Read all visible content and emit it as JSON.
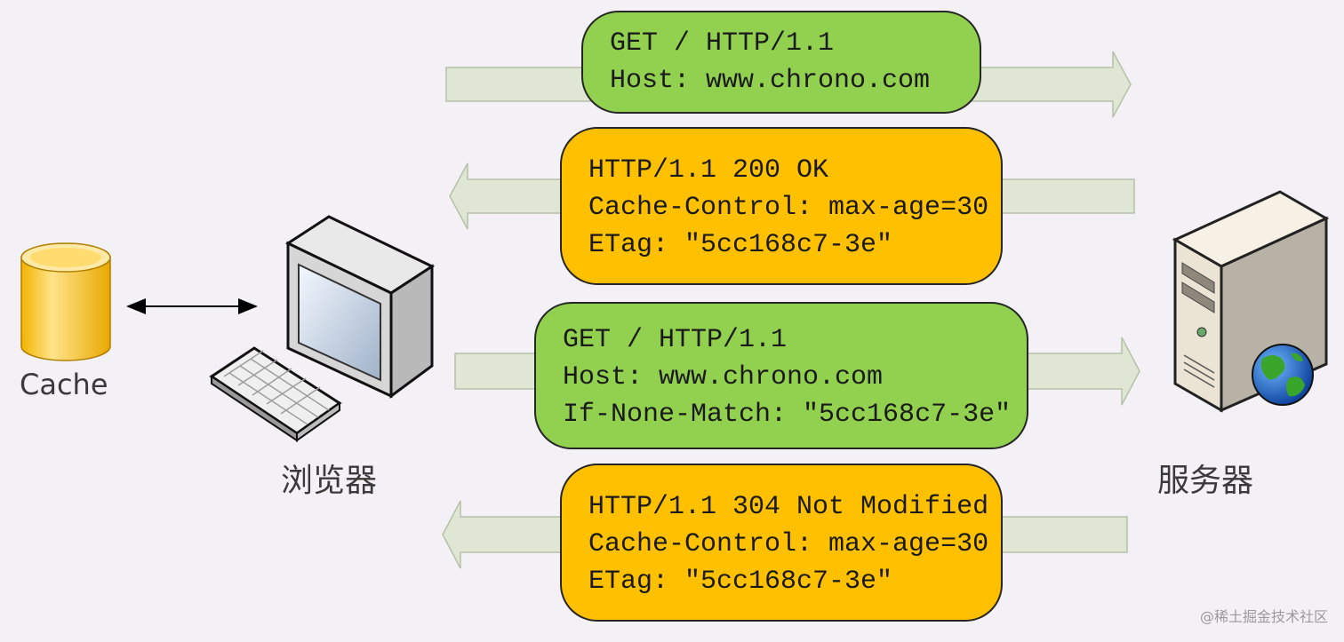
{
  "labels": {
    "cache": "Cache",
    "browser": "浏览器",
    "server": "服务器"
  },
  "messages": [
    {
      "direction": "to-server",
      "color": "green",
      "lines": [
        "GET / HTTP/1.1",
        "Host: www.chrono.com"
      ]
    },
    {
      "direction": "to-browser",
      "color": "orange",
      "lines": [
        "HTTP/1.1 200 OK",
        "Cache-Control: max-age=30",
        "ETag: \"5cc168c7-3e\""
      ]
    },
    {
      "direction": "to-server",
      "color": "green",
      "lines": [
        "GET / HTTP/1.1",
        "Host: www.chrono.com",
        "If-None-Match: \"5cc168c7-3e\""
      ]
    },
    {
      "direction": "to-browser",
      "color": "orange",
      "lines": [
        "HTTP/1.1 304 Not Modified",
        "Cache-Control: max-age=30",
        "ETag: \"5cc168c7-3e\""
      ]
    }
  ],
  "watermark": "@稀土掘金技术社区",
  "colors": {
    "request_box": "#92d050",
    "response_box": "#ffc000",
    "arrow_fill": "#dfe6d3",
    "cache_cylinder": "#ffd966",
    "background": "#f3f1f6"
  },
  "icons": [
    "cache-cylinder-icon",
    "computer-icon",
    "keyboard-icon",
    "server-icon",
    "globe-icon"
  ]
}
